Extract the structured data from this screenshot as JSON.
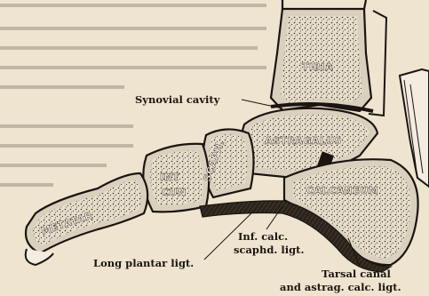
{
  "bone_labels": {
    "tibia": "TIBIA",
    "astragalus": "ASTRAGALUS",
    "calcaneum": "CALCANEUM",
    "metatarsal": "METATAR",
    "int_cun_1": "INT",
    "int_cun_2": "CUN",
    "scaphoid": "SCAPH."
  },
  "callouts": {
    "synovial_cavity": "Synovial cavity",
    "inf_calc_1": "Inf. calc.",
    "inf_calc_2": "scaphd. ligt.",
    "long_plantar": "Long plantar ligt.",
    "tarsal_canal_1": "Tarsal canal",
    "tarsal_canal_2": "and astrag. calc. ligt."
  },
  "colors": {
    "paper": "#efe4cf",
    "ink": "#1a1510",
    "bone": "#d9d0bd"
  }
}
